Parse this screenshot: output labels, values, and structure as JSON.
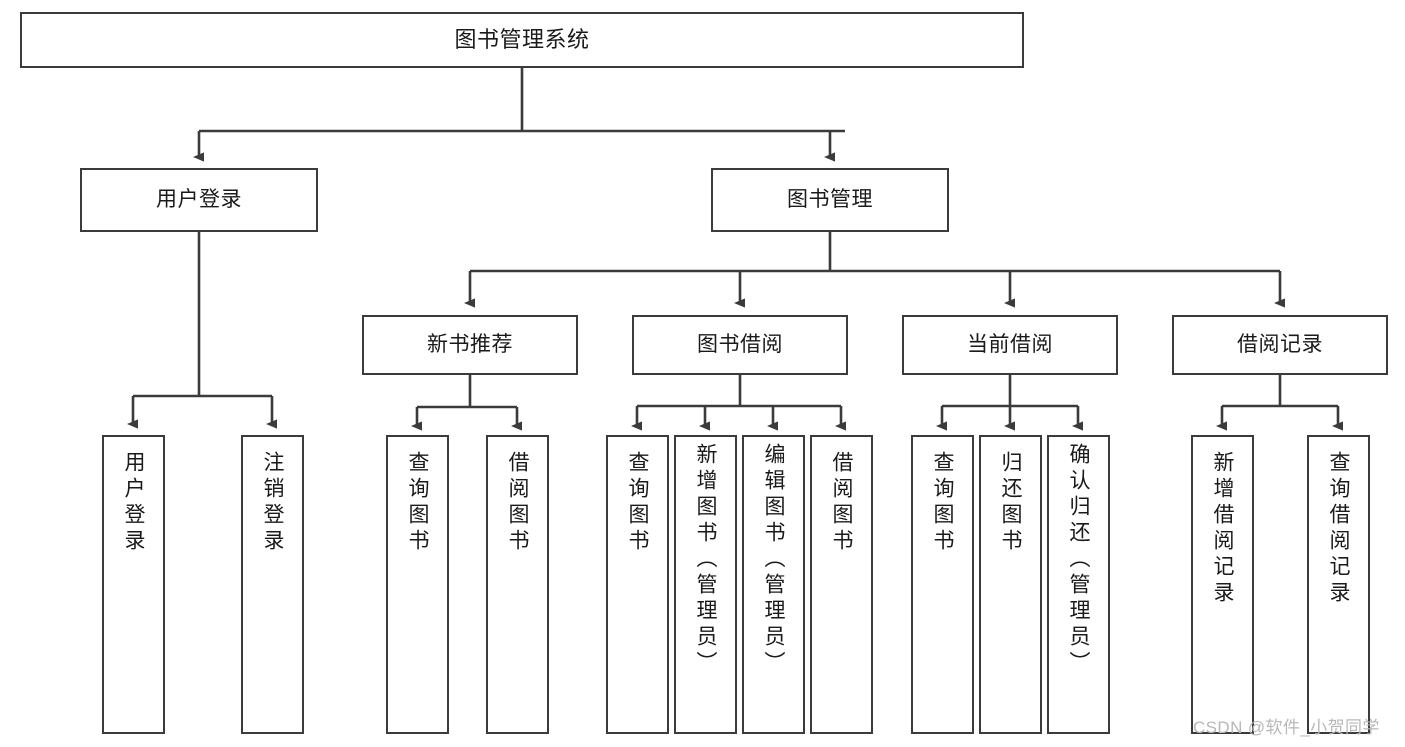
{
  "diagram": {
    "type": "tree-hierarchy-flowchart",
    "title": "图书管理系统",
    "stroke_color": "#3b3b3b",
    "fill_color": "#ffffff",
    "text_color": "#1a1a1a",
    "levels": 4,
    "nodes": {
      "root": {
        "label": "图书管理系统",
        "level": 0
      },
      "level1": [
        {
          "id": "user-login",
          "label": "用户登录",
          "level": 1
        },
        {
          "id": "book-management",
          "label": "图书管理",
          "level": 1
        }
      ],
      "level2": [
        {
          "id": "new-book-recommend",
          "label": "新书推荐",
          "level": 2,
          "parent": "book-management"
        },
        {
          "id": "book-borrow",
          "label": "图书借阅",
          "level": 2,
          "parent": "book-management"
        },
        {
          "id": "current-borrow",
          "label": "当前借阅",
          "level": 2,
          "parent": "book-management"
        },
        {
          "id": "borrow-record",
          "label": "借阅记录",
          "level": 2,
          "parent": "book-management"
        }
      ],
      "leaves": [
        {
          "id": "leaf-user-login",
          "label": "用户登录",
          "parent": "user-login"
        },
        {
          "id": "leaf-logout-login",
          "label": "注销登录",
          "parent": "user-login"
        },
        {
          "id": "leaf-query-book-1",
          "label": "查询图书",
          "parent": "new-book-recommend"
        },
        {
          "id": "leaf-borrow-book-1",
          "label": "借阅图书",
          "parent": "new-book-recommend"
        },
        {
          "id": "leaf-query-book-2",
          "label": "查询图书",
          "parent": "book-borrow"
        },
        {
          "id": "leaf-add-book",
          "label": "新增图书（管理员）",
          "parent": "book-borrow"
        },
        {
          "id": "leaf-edit-book",
          "label": "编辑图书（管理员）",
          "parent": "book-borrow"
        },
        {
          "id": "leaf-borrow-book-2",
          "label": "借阅图书",
          "parent": "book-borrow"
        },
        {
          "id": "leaf-query-book-3",
          "label": "查询图书",
          "parent": "current-borrow"
        },
        {
          "id": "leaf-return-book",
          "label": "归还图书",
          "parent": "current-borrow"
        },
        {
          "id": "leaf-confirm-return",
          "label": "确认归还（管理员）",
          "parent": "current-borrow"
        },
        {
          "id": "leaf-add-record",
          "label": "新增借阅记录",
          "parent": "borrow-record"
        },
        {
          "id": "leaf-query-record",
          "label": "查询借阅记录",
          "parent": "borrow-record"
        }
      ]
    }
  },
  "watermark": {
    "text": "CSDN @软件_小贺同学"
  }
}
